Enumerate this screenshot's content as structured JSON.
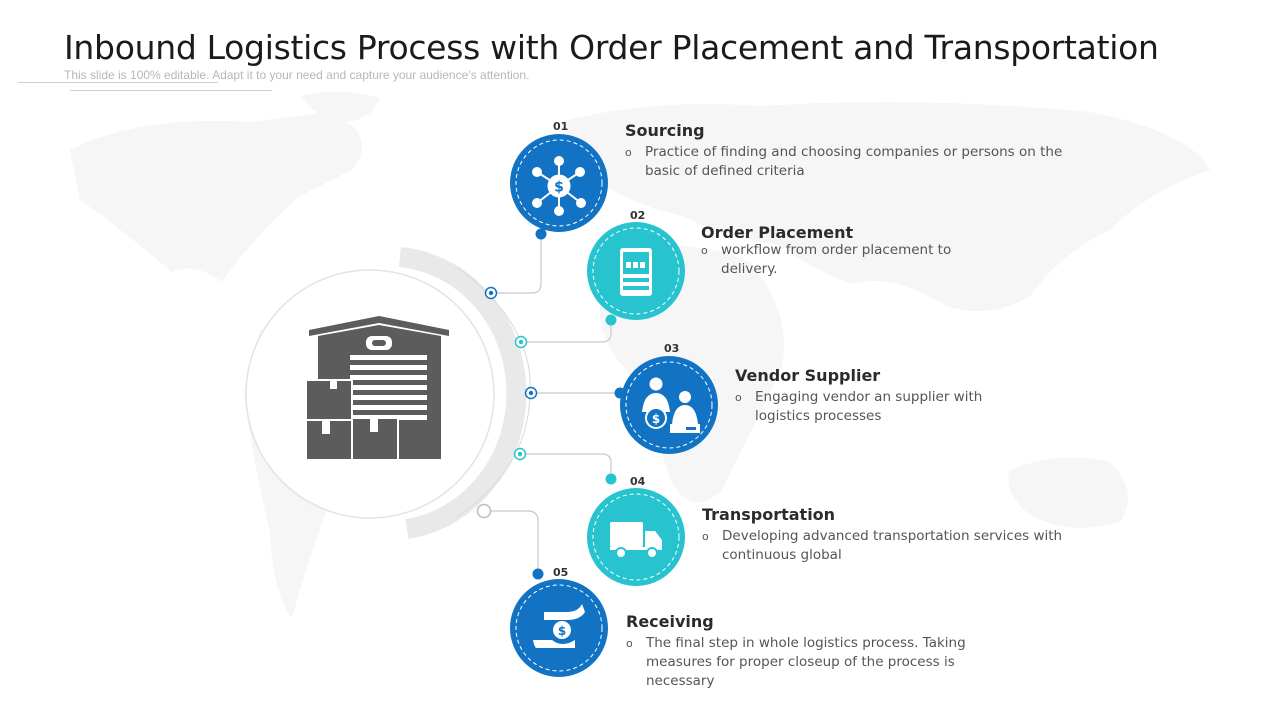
{
  "header": {
    "title": "Inbound Logistics Process with Order Placement and Transportation",
    "subtitle": "This slide is 100% editable. Adapt it to your need and capture your audience’s attention."
  },
  "center": {
    "icon": "warehouse-icon"
  },
  "colors": {
    "blue": "#1273c4",
    "teal": "#27c4cf",
    "dark_icon": "#5c5c5c",
    "arc": "#e9e9e9"
  },
  "steps": [
    {
      "number": "01",
      "title": "Sourcing",
      "description": "Practice of finding and choosing companies or persons on the basic of defined criteria",
      "icon": "network-dollar-icon",
      "color": "blue"
    },
    {
      "number": "02",
      "title": "Order Placement",
      "description": "workflow from order placement to delivery.",
      "icon": "order-machine-icon",
      "color": "teal"
    },
    {
      "number": "03",
      "title": "Vendor Supplier",
      "description": "Engaging vendor an supplier with logistics processes",
      "icon": "vendor-supplier-icon",
      "color": "blue"
    },
    {
      "number": "04",
      "title": "Transportation",
      "description": "Developing advanced transportation services with continuous global",
      "icon": "truck-icon",
      "color": "teal"
    },
    {
      "number": "05",
      "title": "Receiving",
      "description": "The final step in whole logistics process. Taking measures for proper closeup of the process is necessary",
      "icon": "hand-dollar-icon",
      "color": "blue"
    }
  ]
}
